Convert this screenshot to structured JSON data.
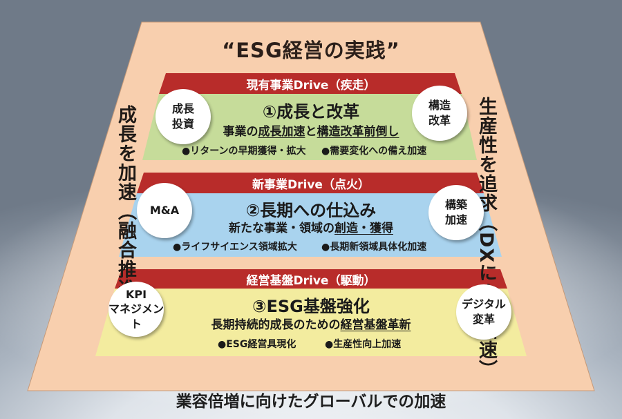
{
  "title": "“ESG経営の実践”",
  "left_vertical": "成長を加速（融合推進）",
  "right_vertical": "生産性を追求（DXによる加速）",
  "bottom": "業容倍増に向けたグローバルでの加速",
  "tiers": [
    {
      "label": "現有事業Drive（疾走）",
      "main": "①成長と改革",
      "sub_plain1": "事業の",
      "sub_u1": "成長加速",
      "sub_plain2": "と",
      "sub_u2": "構造改革前倒し",
      "bullet1": "●リターンの早期獲得・拡大",
      "bullet2": "●需要変化への備え加速",
      "left_circle": "成長\n投資",
      "right_circle": "構造\n改革",
      "band_color": "#b82c2a",
      "fill_color": "#c6dc9a"
    },
    {
      "label": "新事業Drive（点火）",
      "main": "②長期への仕込み",
      "sub_plain1": "新たな事業・領域の",
      "sub_u1": "創造・獲得",
      "sub_plain2": "",
      "sub_u2": "",
      "bullet1": "●ライフサイエンス領域拡大",
      "bullet2": "●長期新領域具体化加速",
      "left_circle": "M&A",
      "right_circle": "構築\n加速",
      "band_color": "#b82c2a",
      "fill_color": "#a9d3ee"
    },
    {
      "label": "経営基盤Drive（駆動）",
      "main": "③ESG基盤強化",
      "sub_plain1": "長期持続的成長のための",
      "sub_u1": "経営基盤革新",
      "sub_plain2": "",
      "sub_u2": "",
      "bullet1": "●ESG経営具現化",
      "bullet2": "●生産性向上加速",
      "left_circle": "KPI\nマネジメント",
      "right_circle": "デジタル\n変革",
      "band_color": "#b82c2a",
      "fill_color": "#f3ec9f"
    }
  ],
  "colors": {
    "frame": "#f8cfae",
    "band": "#b82c2a"
  }
}
